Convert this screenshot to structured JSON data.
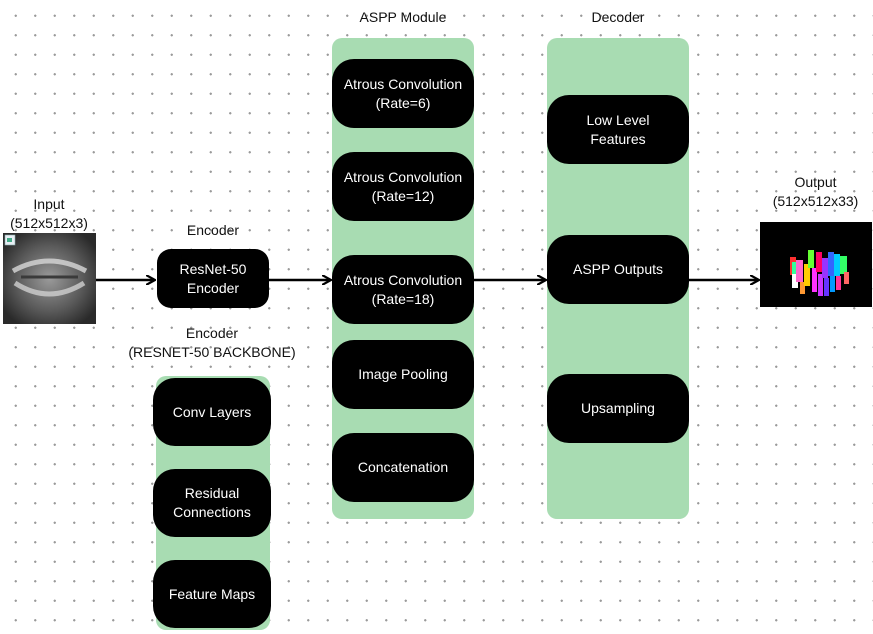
{
  "input": {
    "title": "Input\n(512x512x3)"
  },
  "encoder_top": {
    "title": "Encoder",
    "node": "ResNet-50\nEncoder"
  },
  "encoder_backbone": {
    "title": "Encoder\n(RESNET-50 BACKBONE)",
    "nodes": [
      "Conv Layers",
      "Residual\nConnections",
      "Feature Maps"
    ]
  },
  "aspp": {
    "title": "ASPP Module",
    "nodes": [
      "Atrous Convolution\n(Rate=6)",
      "Atrous Convolution\n(Rate=12)",
      "Atrous Convolution\n(Rate=18)",
      "Image Pooling",
      "Concatenation"
    ]
  },
  "decoder": {
    "title": "Decoder",
    "nodes": [
      "Low Level\nFeatures",
      "ASPP Outputs",
      "Upsampling"
    ]
  },
  "output": {
    "title": "Output\n(512x512x33)"
  },
  "colors": {
    "panel": "#a8dcb2",
    "node": "#000000",
    "node_text": "#ffffff",
    "arrow": "#000000"
  }
}
